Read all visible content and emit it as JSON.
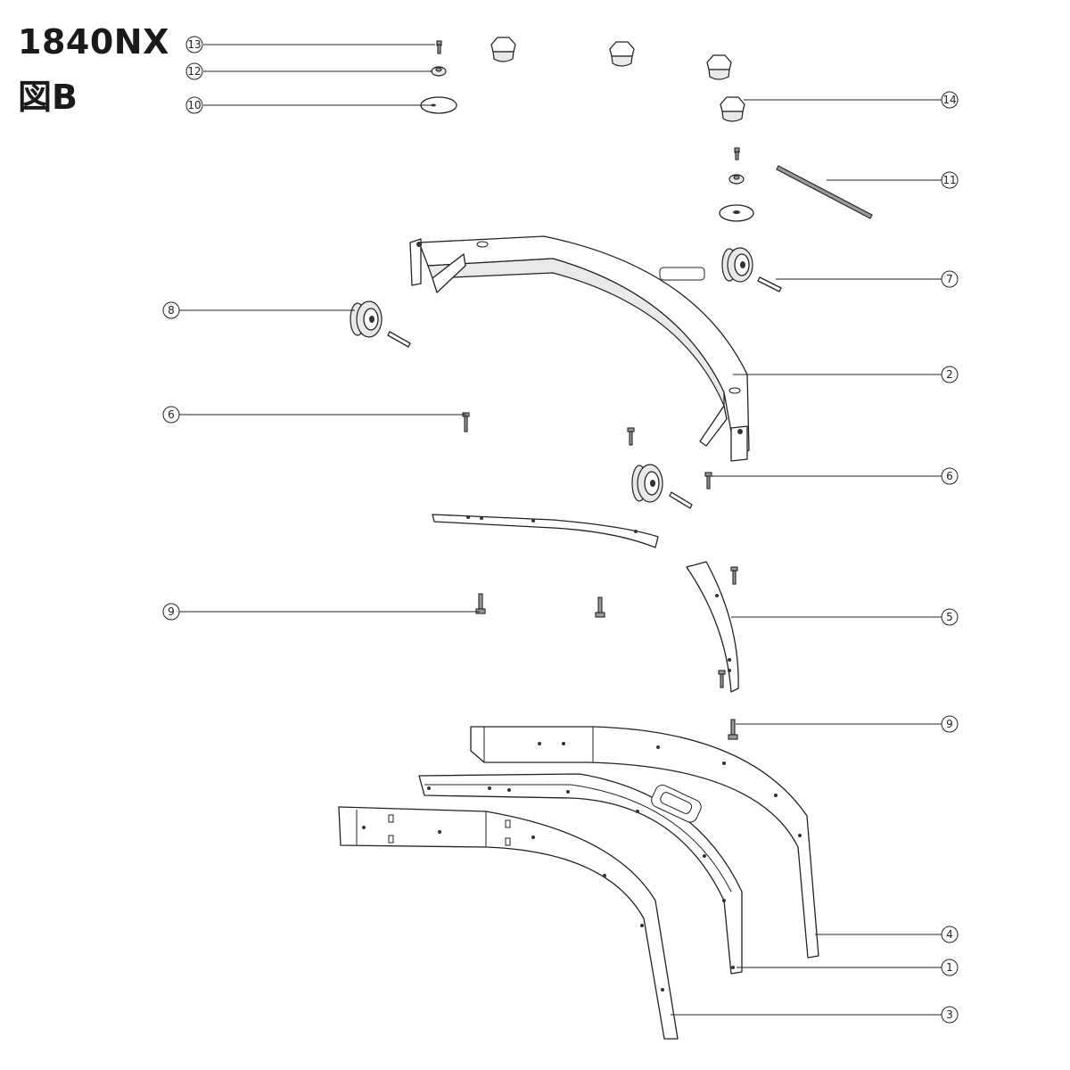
{
  "header": {
    "model": "1840NX",
    "figure": "図B"
  },
  "callouts": [
    {
      "id": "c13",
      "label": "13"
    },
    {
      "id": "c12",
      "label": "12"
    },
    {
      "id": "c10",
      "label": "10"
    },
    {
      "id": "c14",
      "label": "14"
    },
    {
      "id": "c11",
      "label": "11"
    },
    {
      "id": "c7",
      "label": "7"
    },
    {
      "id": "c8",
      "label": "8"
    },
    {
      "id": "c2",
      "label": "2"
    },
    {
      "id": "c6a",
      "label": "6"
    },
    {
      "id": "c6b",
      "label": "6"
    },
    {
      "id": "c9a",
      "label": "9"
    },
    {
      "id": "c5",
      "label": "5"
    },
    {
      "id": "c9b",
      "label": "9"
    },
    {
      "id": "c4",
      "label": "4"
    },
    {
      "id": "c1",
      "label": "1"
    },
    {
      "id": "c3",
      "label": "3"
    }
  ]
}
